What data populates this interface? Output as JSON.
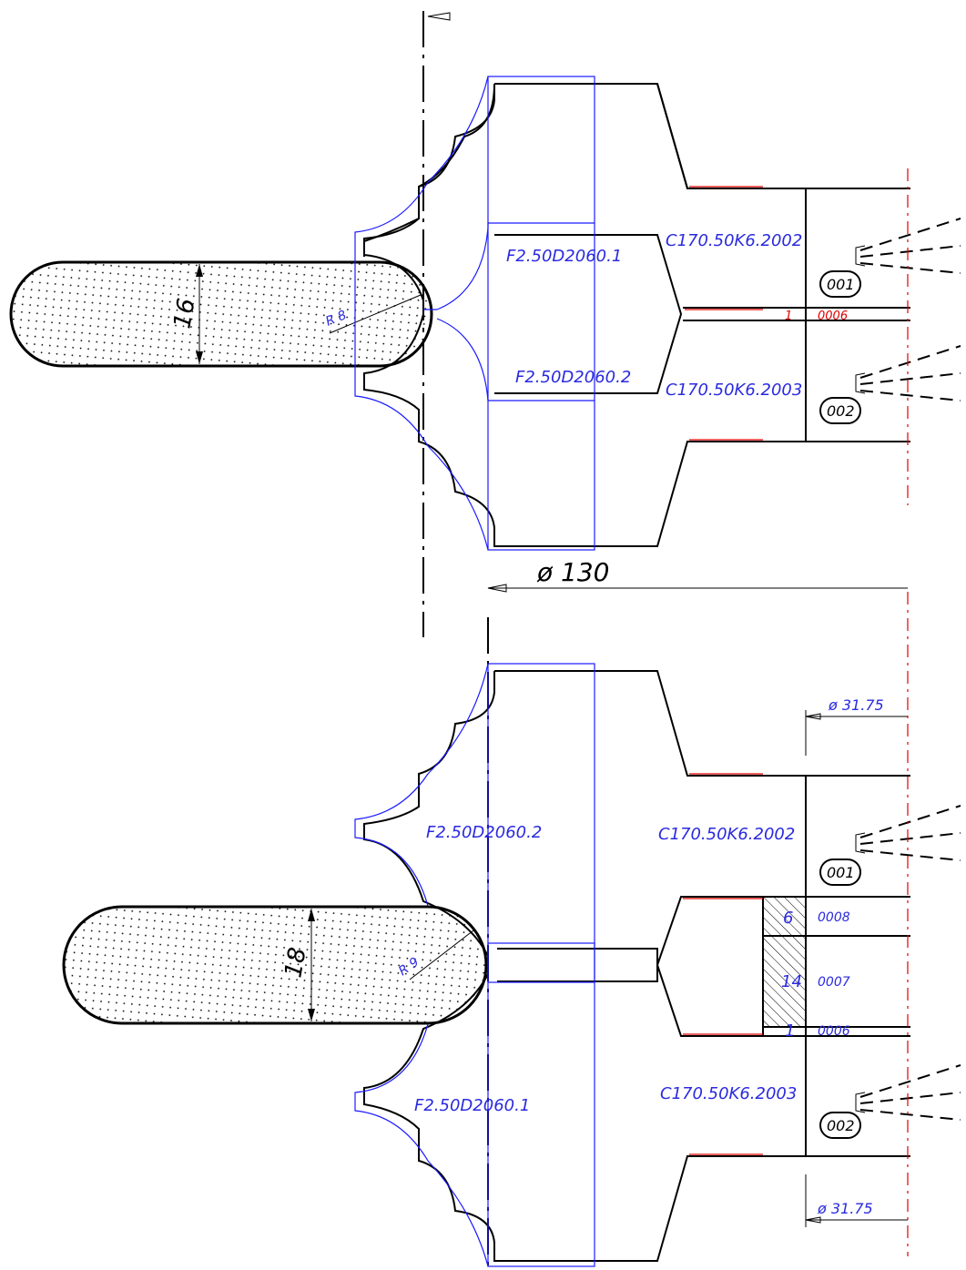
{
  "labels": {
    "top_f1": "F2.50D2060.1",
    "top_f2": "F2.50D2060.2",
    "top_c1": "C170.50K6.2002",
    "top_c2": "C170.50K6.2003",
    "top_dim_thickness": "16",
    "top_radius": "R 8",
    "top_spacer": "1",
    "top_spacer_code": "0006",
    "bubble_001": "001",
    "bubble_002": "002",
    "dia_130": "ø 130",
    "bot_f2": "F2.50D2060.2",
    "bot_f1": "F2.50D2060.1",
    "bot_c1": "C170.50K6.2002",
    "bot_c2": "C170.50K6.2003",
    "bot_dim_thickness": "18",
    "bot_radius": "R 9",
    "bore_top": "ø 31.75",
    "bore_bottom": "ø 31.75",
    "spacer_6": "6",
    "spacer_6_code": "0008",
    "spacer_14": "14",
    "spacer_14_code": "0007",
    "spacer_1": "1",
    "spacer_1_code": "0006"
  },
  "colors": {
    "geometry": "#000000",
    "tool_outline": "#1a1aff",
    "labels": "#2a2ae0",
    "axis": "#e00000"
  }
}
